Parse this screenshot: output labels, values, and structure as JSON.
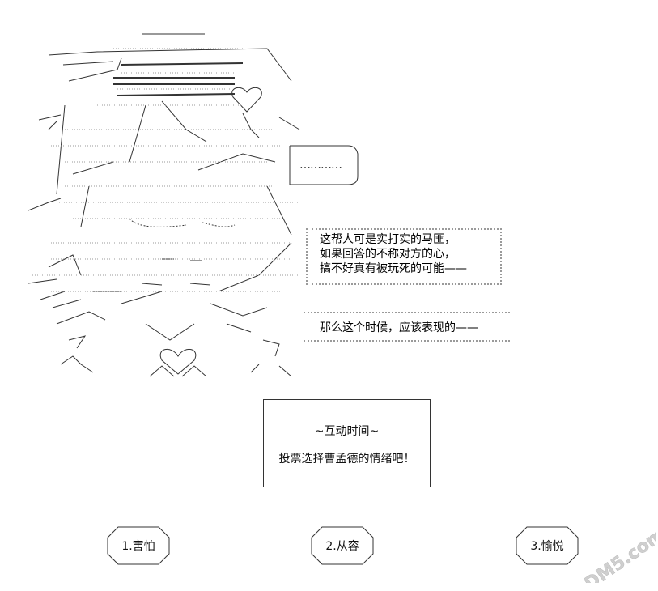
{
  "dialogue": {
    "bubble_text": "…………",
    "lines_1": [
      "这帮人可是实打实的马匪，",
      "如果回答的不称对方的心，",
      "搞不好真有被玩死的可能——"
    ],
    "lines_2": [
      "那么这个时候，应该表现的——"
    ]
  },
  "interaction": {
    "title": "~互动时间~",
    "prompt": "投票选择曹孟德的情绪吧！"
  },
  "options": [
    "1.害怕",
    "2.从容",
    "3.愉悦"
  ],
  "watermark": "DM5.com",
  "colors": {
    "line": "#222222",
    "dots": "#9a9a9a",
    "watermark": "#c8c8c8"
  }
}
